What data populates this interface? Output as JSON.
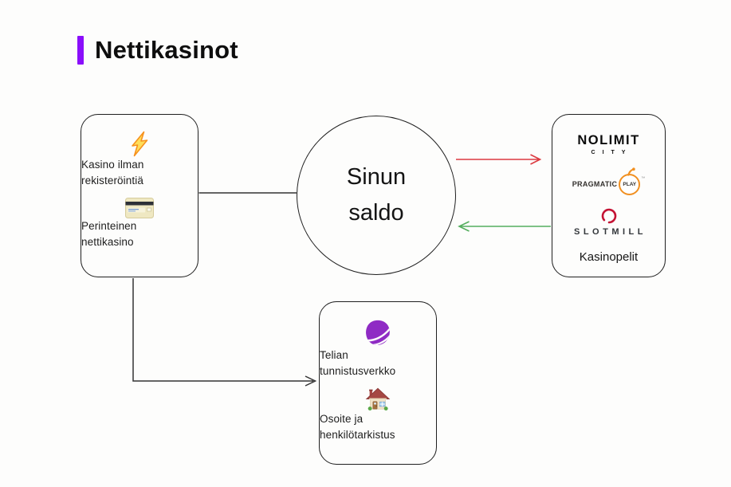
{
  "header": {
    "title": "Nettikasinot"
  },
  "left_card": {
    "label1": "Kasino ilman\nrekisteröintiä",
    "label2": "Perinteinen\nnettikasino"
  },
  "balance": {
    "label": "Sinun\nsaldo"
  },
  "providers": {
    "nolimit": {
      "line1": "NOLIMIT",
      "line2": "CITY"
    },
    "pragmatic": {
      "text": "PRAGMATIC",
      "circle_text": "PLAY",
      "tm": "™"
    },
    "slotmill": {
      "text": "SLOTMILL"
    },
    "caption": "Kasinopelit"
  },
  "telia_card": {
    "label1": "Telian\ntunnistusverkko",
    "label2": "Osoite ja\nhenkilötarkistus"
  },
  "icons": {
    "lightning": "⚡",
    "credit_card": "💳",
    "house": "🏠",
    "telia_logo": "purple-pebble",
    "slotmill_ring": "open-red-circle",
    "pragmatic_crown": "orange-crown"
  },
  "colors": {
    "accent_purple": "#8A0EFB",
    "arrow_red": "#DC3A40",
    "arrow_green": "#55AE5E",
    "connector_dark": "#333333",
    "telia_purple": "#8F2BC4",
    "pragmatic_orange": "#F19021",
    "slotmill_red": "#C41334"
  }
}
